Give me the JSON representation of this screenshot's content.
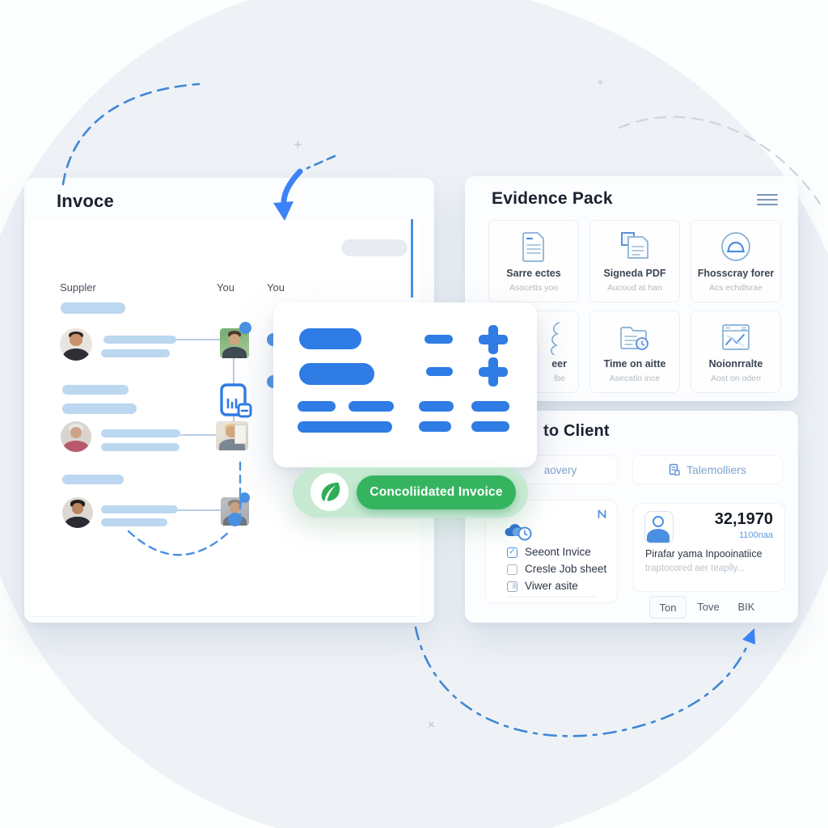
{
  "decor": {
    "sparkle_plus": "+",
    "sparkle_star": "✦",
    "sparkle_x": "×"
  },
  "icons": {
    "check": "✓"
  },
  "colors": {
    "accent_blue": "#2f7ce5",
    "skeleton_blue": "#bcd7f0",
    "green": "#35b45f",
    "green_light": "#c6e9d2"
  },
  "invoice_panel": {
    "title": "Invoce",
    "columns": [
      "Suppler",
      "You",
      "You"
    ]
  },
  "center_card": {
    "badge_label": "Concoliidated Invoice"
  },
  "evidence_panel": {
    "title": "Evidence Pack",
    "tiles": [
      {
        "label": "Sarre ectes",
        "sublabel": "Asocetts yoo"
      },
      {
        "label": "Signeda PDF",
        "sublabel": "Aucoud at han"
      },
      {
        "label": "Fhosscray forer",
        "sublabel": "Acs echdlsrae"
      },
      {
        "label": "eer",
        "sublabel": "lbe"
      },
      {
        "label": "Time on aitte",
        "sublabel": "Asecatlo ince"
      },
      {
        "label": "Noionrralte",
        "sublabel": "Aost on oderi"
      }
    ]
  },
  "client_panel": {
    "title": "to Client",
    "tabs": [
      {
        "label": "aovery"
      },
      {
        "label": "Talemolliers"
      }
    ],
    "checklist": [
      {
        "label": "Seeont Invice"
      },
      {
        "label": "Cresle Job sheet"
      },
      {
        "label": "Viwer asite"
      }
    ],
    "summary": {
      "amount": "32,1970",
      "amount_sub": "1100naa",
      "name": "Pirafar yama Inpooinatiice",
      "note": "traptocored aer teaplly..."
    },
    "actions": [
      "Ton",
      "Tove",
      "BIK"
    ]
  }
}
